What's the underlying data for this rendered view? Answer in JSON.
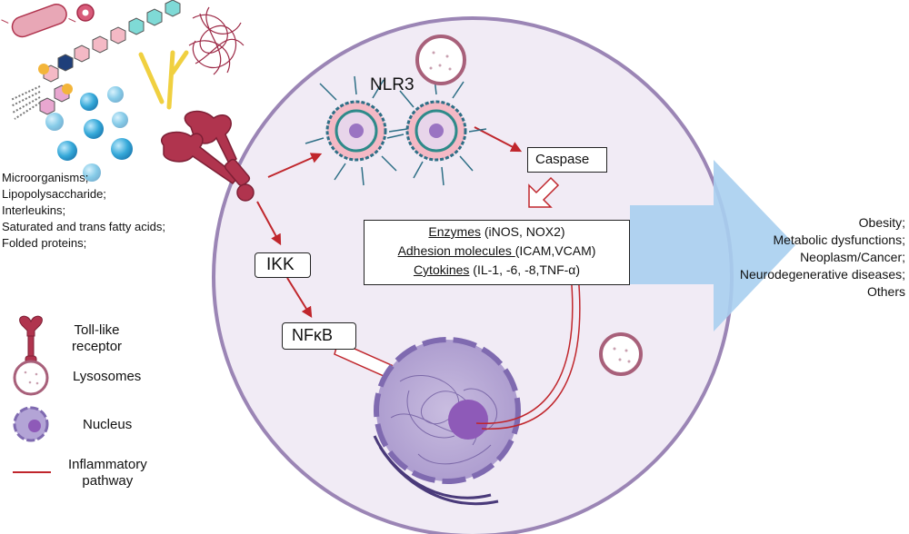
{
  "stimuli": [
    "Microorganisms;",
    "Lipopolysaccharide;",
    "Interleukins;",
    "Saturated and trans fatty acids;",
    "Folded proteins;"
  ],
  "nlr3": "NLR3",
  "caspase": "Caspase",
  "ikk": "IKK",
  "nfkb": "NFκB",
  "mediators": {
    "enzymes_label": "Enzymes",
    "enzymes_detail": " (iNOS, NOX2)",
    "adhesion_label": "Adhesion molecules ",
    "adhesion_detail": "(ICAM,VCAM)",
    "cytokines_label": "Cytokines",
    "cytokines_detail": " (IL-1, -6, -8,TNF-α)"
  },
  "outcomes": [
    "Obesity;",
    "Metabolic dysfunctions;",
    "Neoplasm/Cancer;",
    "Neurodegenerative diseases;",
    "Others"
  ],
  "legend": {
    "tlr_1": "Toll-like",
    "tlr_2": "receptor",
    "lysosomes": "Lysosomes",
    "nucleus": "Nucleus",
    "pathway_1": "Inflammatory",
    "pathway_2": "pathway"
  },
  "colors": {
    "pathway": "#c0262c",
    "cell_fill": "#f1ebf5",
    "cell_border": "#9b85b5",
    "receptor": "#b0344e",
    "big_arrow": "#a9cff0",
    "nucleus": "#8e7ab8"
  }
}
